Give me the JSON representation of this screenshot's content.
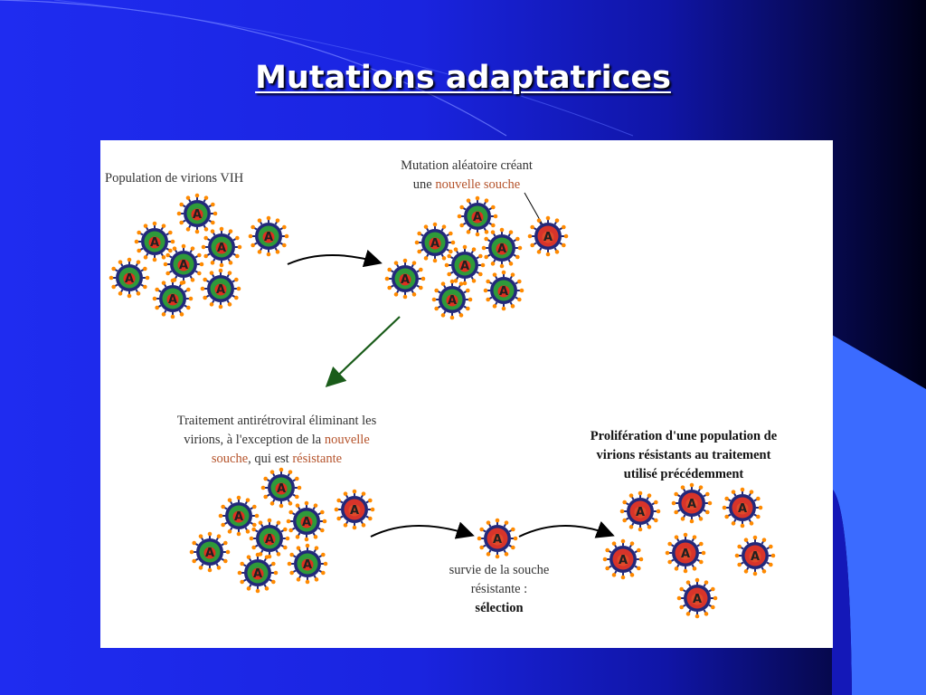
{
  "slide": {
    "title": "Mutations adaptatrices",
    "colors": {
      "background": "#1f2cf0",
      "accent_light_blue": "#3b6bff",
      "panel": "#ffffff",
      "arrow_black": "#000000",
      "arrow_green": "#1a5c1a",
      "highlight_text": "#b5532b"
    }
  },
  "figure": {
    "step1": {
      "label": "Population de virions VIH"
    },
    "step2": {
      "line1": "Mutation aléatoire créant",
      "line2_prefix": "une ",
      "line2_highlight": "nouvelle souche"
    },
    "step3": {
      "line1": "Traitement antirétroviral éliminant les",
      "line2_prefix": "virions, à l'exception de la ",
      "line2_highlight": "nouvelle",
      "line3_highlight": "souche",
      "line3_middle": ", qui est ",
      "line3_highlight2": "résistante"
    },
    "step4": {
      "line1": "survie de la souche",
      "line2": "résistante :",
      "line3": "sélection"
    },
    "step5": {
      "line1": "Prolifération d'une population de",
      "line2": "virions résistants au traitement",
      "line3": "utilisé précédemment"
    },
    "virion_letter": "A",
    "virion_types": {
      "sensitive": {
        "fill": "#2e9a3a",
        "core": "#e03020",
        "ring": "#22287a",
        "spike": "#ff8a00"
      },
      "resistant": {
        "fill": "#d8342a",
        "core": "#e04a2a",
        "ring": "#22287a",
        "spike": "#ff8a00"
      }
    }
  }
}
